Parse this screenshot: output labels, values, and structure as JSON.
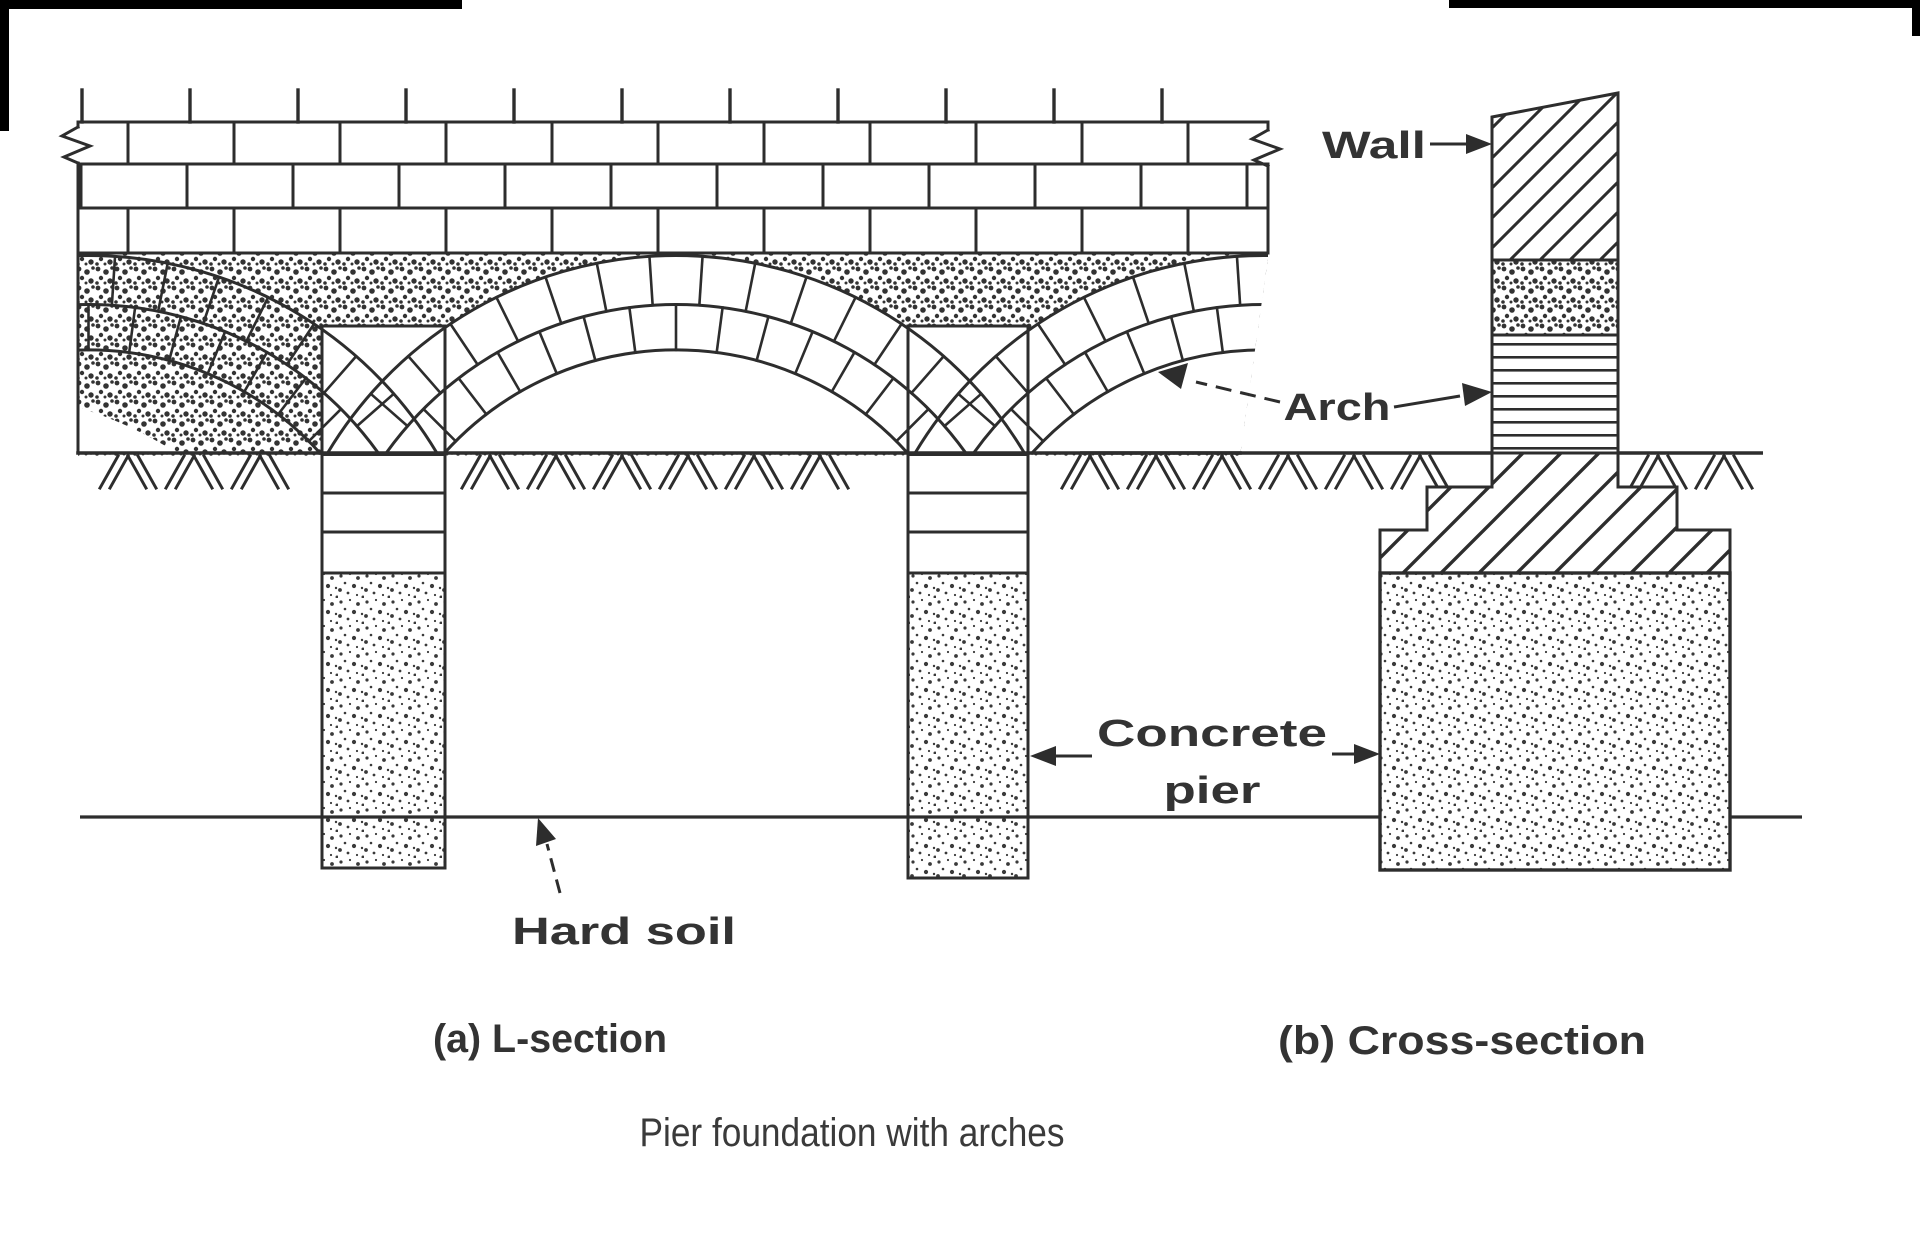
{
  "figure": {
    "labels": {
      "wall": "Wall",
      "arch": "Arch",
      "concrete_pier_line1": "Concrete",
      "concrete_pier_line2": "pier",
      "hard_soil": "Hard soil"
    },
    "captions": {
      "left": "(a) L-section",
      "right": "(b) Cross-section",
      "title": "Pier foundation with arches"
    },
    "colors": {
      "ink": "#2d2d2d",
      "text": "#333333",
      "background": "#ffffff"
    }
  }
}
